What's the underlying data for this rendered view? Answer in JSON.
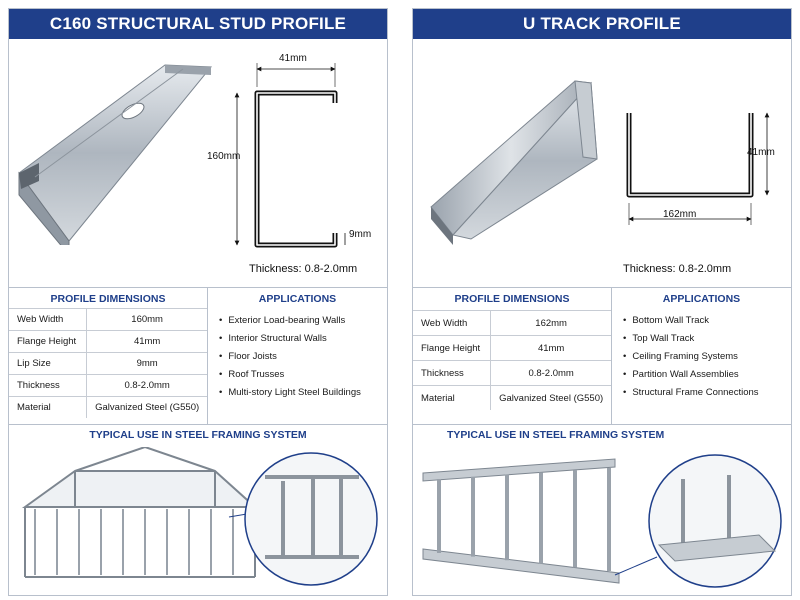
{
  "left": {
    "title": "C160 STRUCTURAL STUD PROFILE",
    "dim_width": "41mm",
    "dim_height": "160mm",
    "dim_lip": "9mm",
    "thickness": "Thickness: 0.8-2.0mm",
    "dims_heading": "PROFILE DIMENSIONS",
    "dims": [
      {
        "label": "Web Width",
        "value": "160mm"
      },
      {
        "label": "Flange Height",
        "value": "41mm"
      },
      {
        "label": "Lip Size",
        "value": "9mm"
      },
      {
        "label": "Thickness",
        "value": "0.8-2.0mm"
      },
      {
        "label": "Material",
        "value": "Galvanized Steel (G550)"
      }
    ],
    "apps_heading": "APPLICATIONS",
    "apps": [
      "Exterior Load-bearing Walls",
      "Interior Structural Walls",
      "Floor Joists",
      "Roof Trusses",
      "Multi-story Light Steel Buildings"
    ],
    "use_heading": "TYPICAL USE IN STEEL FRAMING SYSTEM"
  },
  "right": {
    "title": "U TRACK PROFILE",
    "dim_height": "41mm",
    "dim_width": "162mm",
    "thickness": "Thickness: 0.8-2.0mm",
    "dims_heading": "PROFILE DIMENSIONS",
    "dims": [
      {
        "label": "Web Width",
        "value": "162mm"
      },
      {
        "label": "Flange Height",
        "value": "41mm"
      },
      {
        "label": "Thickness",
        "value": "0.8-2.0mm"
      },
      {
        "label": "Material",
        "value": "Galvanized Steel (G550)"
      }
    ],
    "apps_heading": "APPLICATIONS",
    "apps": [
      "Bottom Wall Track",
      "Top Wall Track",
      "Ceiling Framing Systems",
      "Partition Wall Assemblies",
      "Structural Frame Connections"
    ],
    "use_heading": "TYPICAL USE IN STEEL FRAMING SYSTEM"
  },
  "colors": {
    "header": "#1f3f8a",
    "steel": "#b9c0c8",
    "outline": "#1a1a1a"
  }
}
